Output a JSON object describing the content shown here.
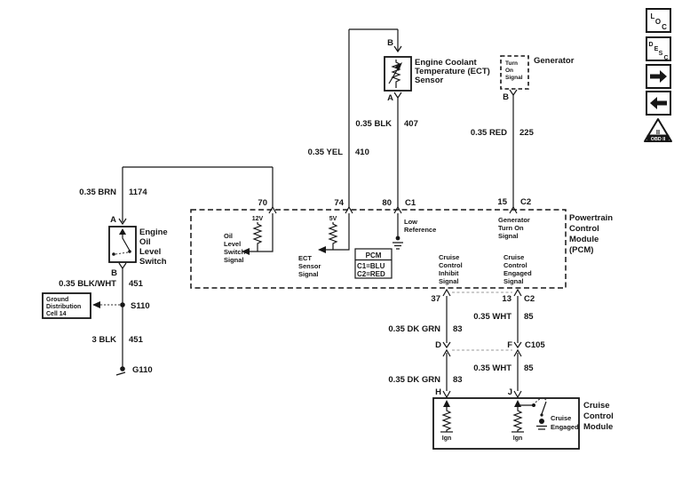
{
  "toolbar": {
    "loc": [
      "L",
      "O",
      "C"
    ],
    "desc": [
      "D",
      "E",
      "S",
      "C"
    ],
    "obd_numeral": "II",
    "obd_banner": "OBD II"
  },
  "ect": {
    "terminal_top": "B",
    "terminal_bottom": "A",
    "name": [
      "Engine Coolant",
      "Temperature (ECT)",
      "Sensor"
    ]
  },
  "generator": {
    "label": "Generator",
    "box": [
      "Turn",
      "On",
      "Signal"
    ],
    "terminal": "B"
  },
  "oil_switch": {
    "terminal_top": "A",
    "terminal_bottom": "B",
    "name": [
      "Engine",
      "Oil",
      "Level",
      "Switch"
    ]
  },
  "wires": {
    "brn": {
      "gauge_color": "0.35 BRN",
      "circuit": "1174"
    },
    "yel": {
      "gauge_color": "0.35 YEL",
      "circuit": "410"
    },
    "blk": {
      "gauge_color": "0.35 BLK",
      "circuit": "407"
    },
    "red": {
      "gauge_color": "0.35 RED",
      "circuit": "225"
    },
    "blk_wht": {
      "gauge_color": "0.35 BLK/WHT",
      "circuit": "451"
    },
    "blk3": {
      "gauge_color": "3 BLK",
      "circuit": "451"
    },
    "dkgrn_a": {
      "gauge_color": "0.35 DK GRN",
      "circuit": "83"
    },
    "wht_a": {
      "gauge_color": "0.35 WHT",
      "circuit": "85"
    },
    "dkgrn_b": {
      "gauge_color": "0.35 DK GRN",
      "circuit": "83"
    },
    "wht_b": {
      "gauge_color": "0.35 WHT",
      "circuit": "85"
    }
  },
  "ground_distribution": {
    "name": [
      "Ground",
      "Distribution",
      "Cell 14"
    ]
  },
  "splice_s110": "S110",
  "ground_g110": "G110",
  "pcm": {
    "pins": {
      "p70": "70",
      "p74": "74",
      "p80": "80",
      "c1": "C1",
      "p15": "15",
      "c2": "C2",
      "p37": "37",
      "p13": "13",
      "c2b": "C2"
    },
    "pullup_12v": "12V",
    "pullup_5v": "5V",
    "oil_signal": [
      "Oil",
      "Level",
      "Switch",
      "Signal"
    ],
    "ect_signal": [
      "ECT",
      "Sensor",
      "Signal"
    ],
    "low_reference": [
      "Low",
      "Reference"
    ],
    "gen_signal": [
      "Generator",
      "Turn On",
      "Signal"
    ],
    "id_box": {
      "title": "PCM",
      "row1": "C1=BLU",
      "row2": "C2=RED"
    },
    "inhibit_signal": [
      "Cruise",
      "Control",
      "Inhibit",
      "Signal"
    ],
    "engaged_signal": [
      "Cruise",
      "Control",
      "Engaged",
      "Signal"
    ],
    "name": [
      "Powertrain",
      "Control",
      "Module",
      "(PCM)"
    ]
  },
  "c105": {
    "pin_d": "D",
    "pin_f": "F",
    "label": "C105",
    "pin_h": "H",
    "pin_j": "J"
  },
  "cruise_module": {
    "name": [
      "Cruise",
      "Control",
      "Module"
    ],
    "ign_left": "Ign",
    "ign_right": "Ign",
    "switch_label": [
      "Cruise",
      "Engaged"
    ]
  }
}
